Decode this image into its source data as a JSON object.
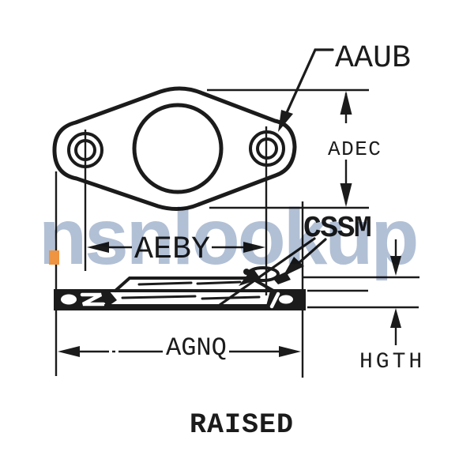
{
  "drawing": {
    "caption": "RAISED",
    "labels": {
      "aaub": "AAUB",
      "adec": "ADEC",
      "aeby": "AEBY",
      "cssm": "CSSM",
      "agnq": "AGNQ",
      "hgth": "HGTH"
    },
    "watermark_text": "nsnlookup",
    "colors": {
      "line": "#1b1b1b",
      "background": "#ffffff",
      "watermark": "#b2c0d5",
      "watermark_accent": "#ef9440"
    },
    "description": "Technical dimension drawing of a two-bolt flange gasket, top view and raised cross-section side view"
  }
}
